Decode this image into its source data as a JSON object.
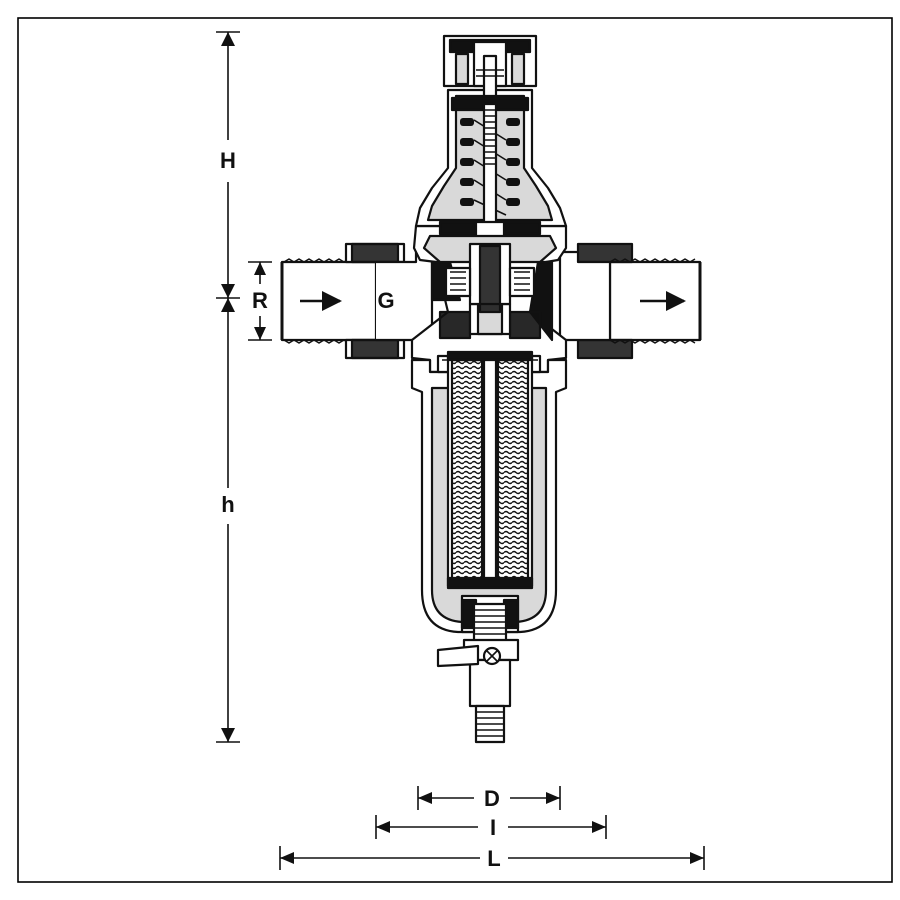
{
  "labels": {
    "H": "H",
    "R": "R",
    "G": "G",
    "h": "h",
    "D": "D",
    "I": "I",
    "L": "L"
  },
  "colors": {
    "ink": "#111111",
    "body_fill": "#ffffff",
    "shade": "#d9d9d9",
    "frame": "#000000"
  }
}
